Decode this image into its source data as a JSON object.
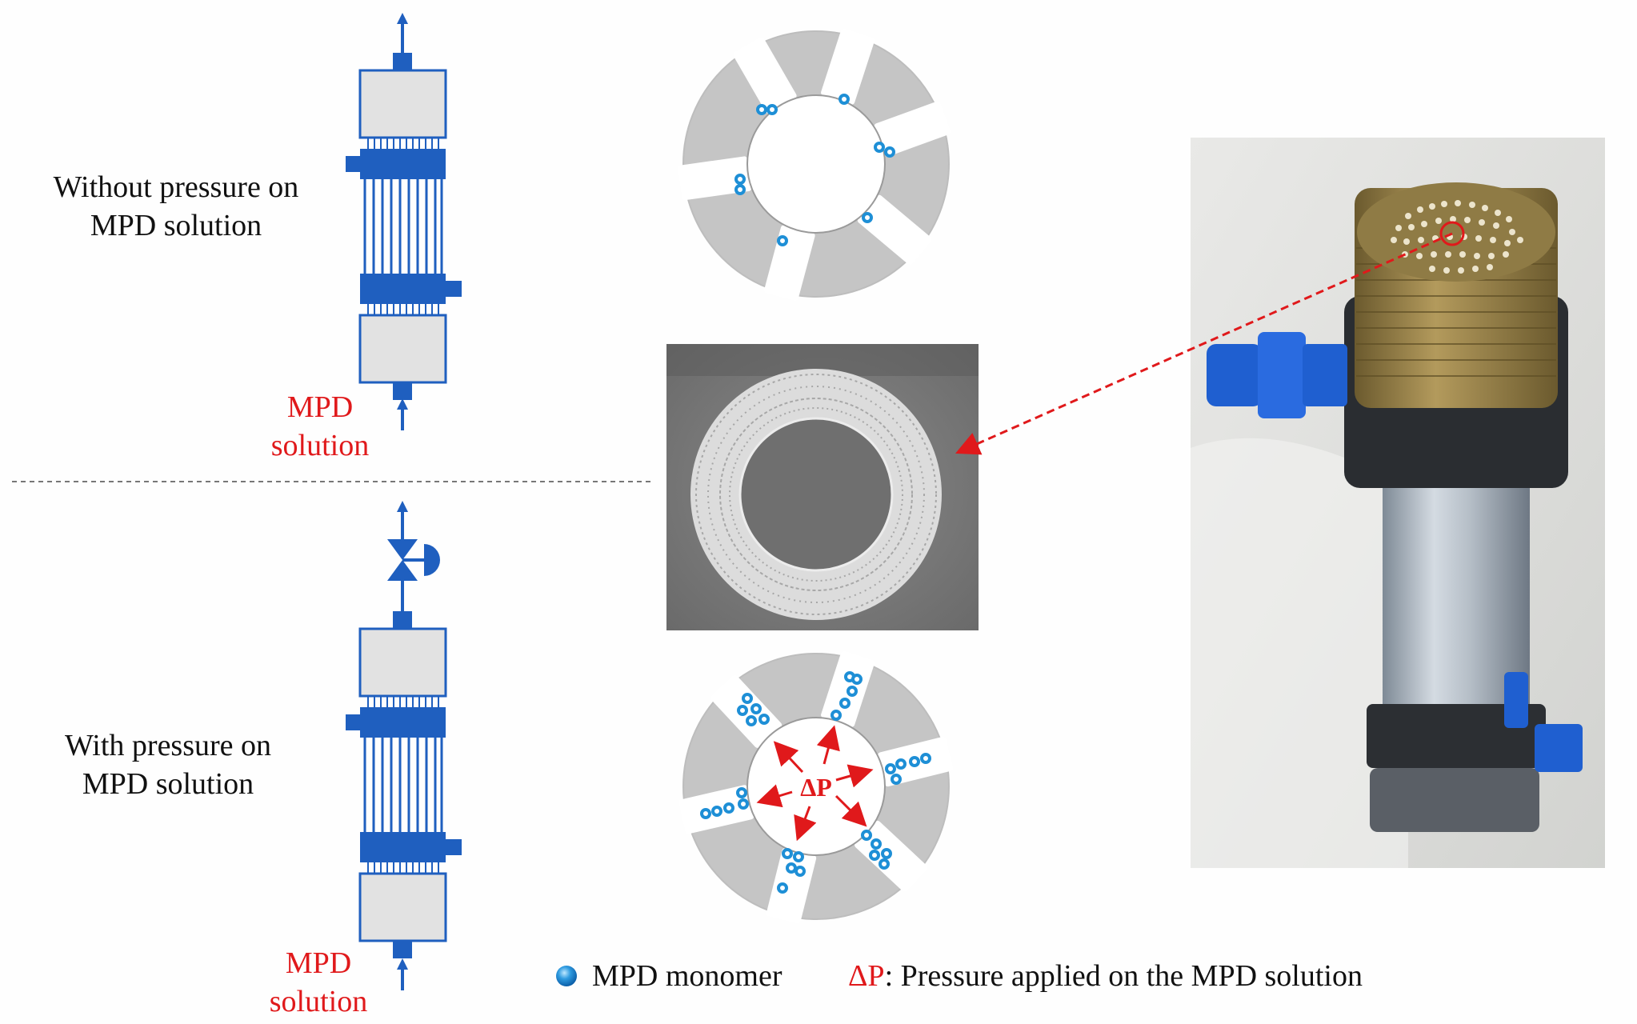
{
  "colors": {
    "blue": "#1f5fbf",
    "red": "#e0191b",
    "gray": "#c5c5c5",
    "box_gray": "#e2e2e2",
    "monomer": "#1e8fd6"
  },
  "top_label": {
    "line1": "Without pressure on",
    "line2": "MPD solution"
  },
  "bottom_label": {
    "line1": "With pressure on",
    "line2": "MPD solution"
  },
  "inlet_top": {
    "line1": "MPD",
    "line2": "solution"
  },
  "inlet_bottom": {
    "line1": "MPD",
    "line2": "solution"
  },
  "dp_label": "ΔP",
  "legend": {
    "monomer_icon": "blue-sphere-icon",
    "monomer_label": "MPD monomer",
    "dp_symbol": "ΔP",
    "dp_text": ": Pressure applied on the MPD solution"
  }
}
